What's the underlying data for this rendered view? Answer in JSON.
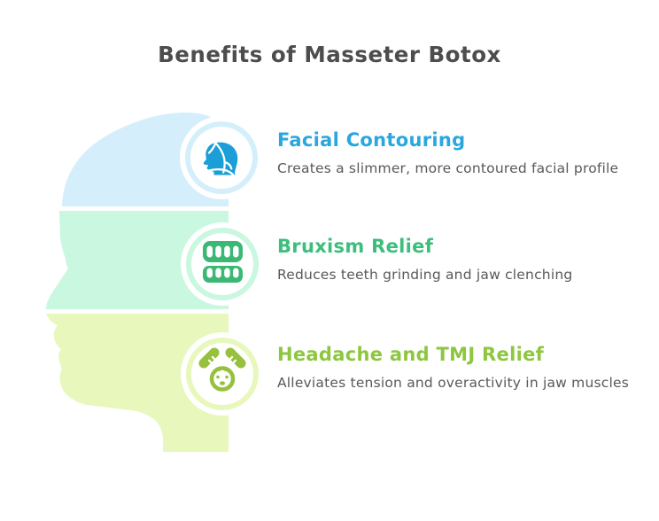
{
  "title": "Benefits of Masseter Botox",
  "items": [
    {
      "heading": "Facial Contouring",
      "description": "Creates a slimmer, more contoured facial profile",
      "icon": "face-profile-icon",
      "accent": "#2AA7DF"
    },
    {
      "heading": "Bruxism Relief",
      "description": "Reduces teeth grinding and jaw clenching",
      "icon": "teeth-icon",
      "accent": "#3DBE7B"
    },
    {
      "heading": "Headache and TMJ Relief",
      "description": "Alleviates tension and overactivity in jaw muscles",
      "icon": "headache-face-icon",
      "accent": "#8DC63F"
    }
  ],
  "colors": {
    "background": "#FFFFFF",
    "title_text": "#4D4D4D",
    "body_text": "#58595B",
    "band_blue": "#D4EFFB",
    "band_mint": "#C9F7E0",
    "band_lime": "#E8F8BC",
    "icon_blue": "#1B9FD6",
    "icon_green": "#3BB874",
    "icon_lime": "#95C13E"
  }
}
